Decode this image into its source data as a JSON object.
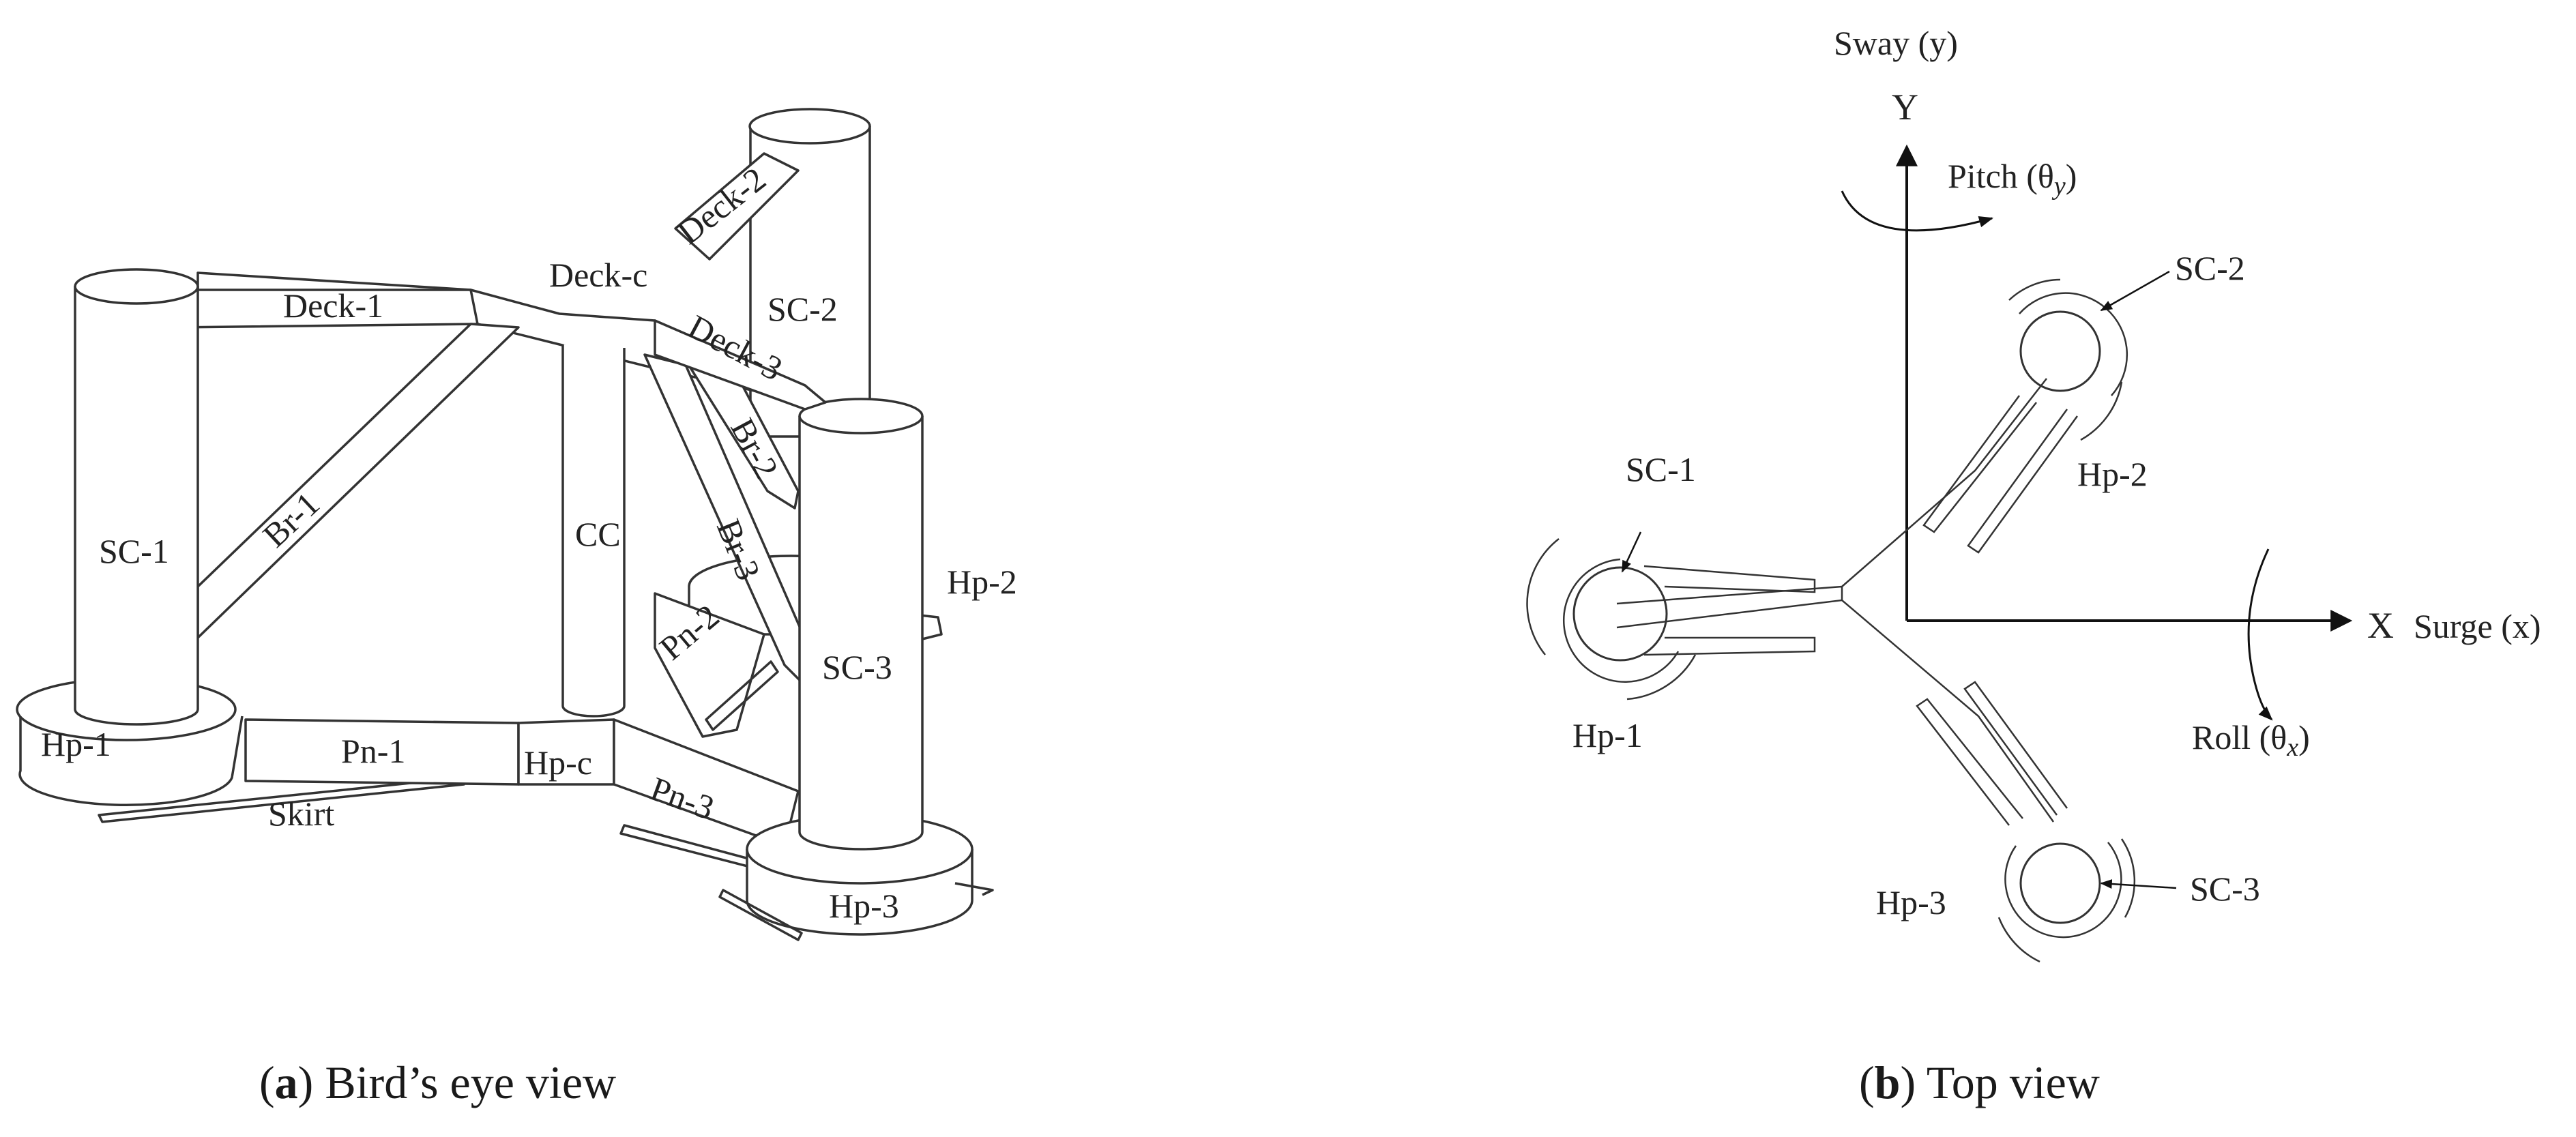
{
  "figure": {
    "panel_a": {
      "caption_letter": "a",
      "caption_text": " Bird’s eye view",
      "labels": {
        "sc1": "SC-1",
        "sc2": "SC-2",
        "sc3": "SC-3",
        "cc": "CC",
        "deck1": "Deck-1",
        "deck2": "Deck-2",
        "deck3": "Deck-3",
        "deckc": "Deck-c",
        "br1": "Br-1",
        "br2": "Br-2",
        "br3": "Br-3",
        "pn1": "Pn-1",
        "pn2": "Pn-2",
        "pn3": "Pn-3",
        "hp1": "Hp-1",
        "hp2": "Hp-2",
        "hp3": "Hp-3",
        "hpc": "Hp-c",
        "skirt": "Skirt"
      }
    },
    "panel_b": {
      "caption_letter": "b",
      "caption_text": " Top view",
      "axes": {
        "sway": "Sway (y)",
        "y": "Y",
        "pitch": "Pitch (θ",
        "pitch_sub": "y",
        "x": "X",
        "surge": "Surge (x)",
        "roll": "Roll (θ",
        "roll_sub": "x",
        "close_paren": ")"
      },
      "labels": {
        "sc1": "SC-1",
        "sc2": "SC-2",
        "sc3": "SC-3",
        "hp1": "Hp-1",
        "hp2": "Hp-2",
        "hp3": "Hp-3"
      }
    }
  }
}
